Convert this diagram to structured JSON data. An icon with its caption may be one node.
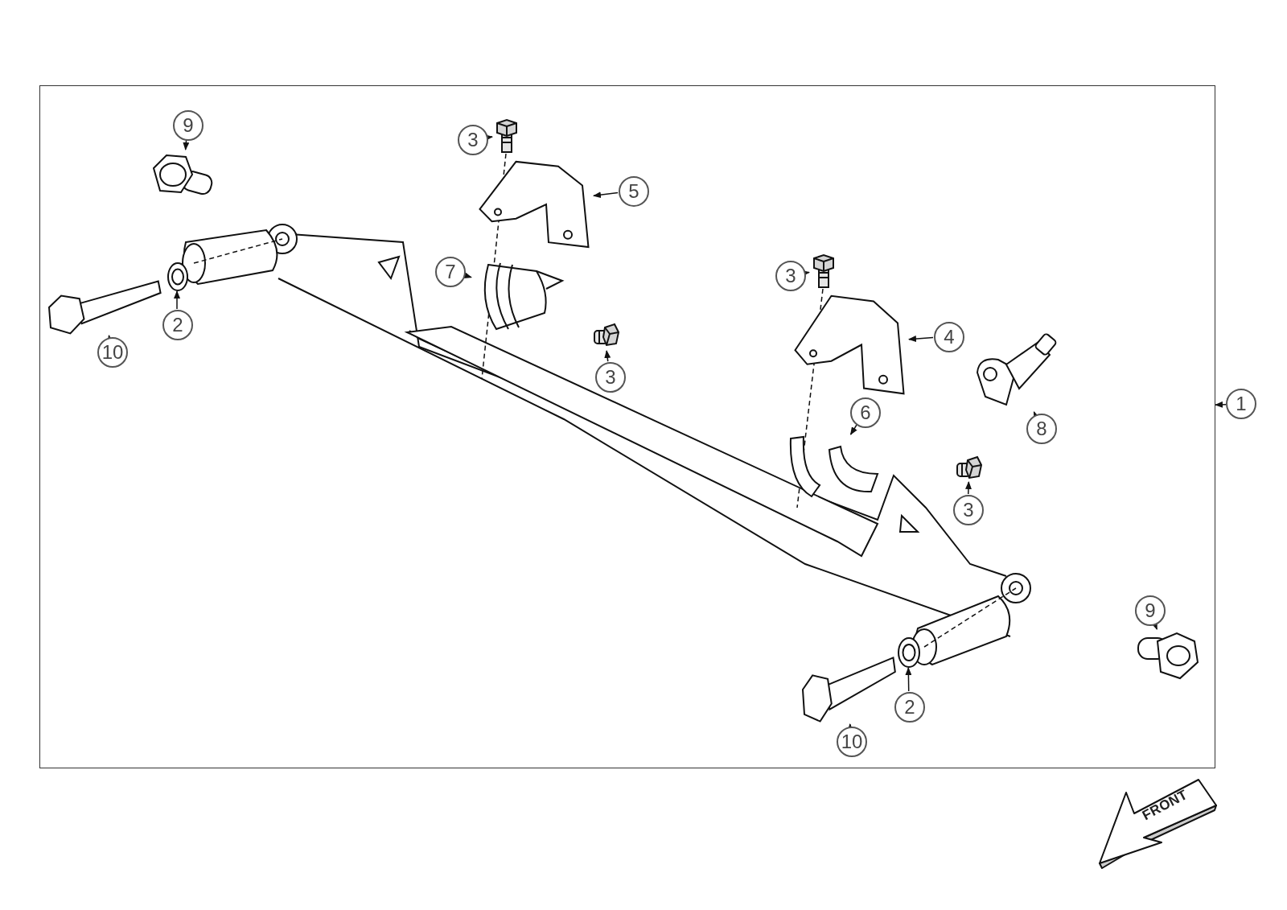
{
  "diagram": {
    "nodes": [
      {
        "text": [],
        "shape": "box"
      },
      {
        "text": [
          "9"
        ],
        "in": 0
      },
      {
        "text": [],
        "shape": "picture",
        "in": 0
      },
      {
        "text": [
          "3"
        ],
        "in": 0
      },
      {
        "text": [],
        "shape": "picture",
        "in": 0
      },
      {
        "text": [
          "5"
        ],
        "in": 0
      },
      {
        "text": [],
        "shape": "picture",
        "in": 0
      },
      {
        "text": [
          "7"
        ],
        "in": 0
      },
      {
        "text": [],
        "shape": "picture",
        "in": 0
      },
      {
        "text": [
          "3"
        ],
        "in": 0
      },
      {
        "text": [],
        "shape": "picture",
        "in": 0
      },
      {
        "text": [
          "2"
        ],
        "in": 0
      },
      {
        "text": [],
        "shape": "picture",
        "in": 0
      },
      {
        "text": [
          "10"
        ],
        "in": 0
      },
      {
        "text": [],
        "shape": "picture",
        "in": 0
      },
      {
        "text": [
          "4"
        ],
        "in": 0
      },
      {
        "text": [],
        "shape": "picture",
        "in": 0
      },
      {
        "text": [
          "3"
        ],
        "in": 0
      },
      {
        "text": [],
        "shape": "picture",
        "in": 0
      },
      {
        "text": [
          "1"
        ]
      },
      {
        "text": [
          "8"
        ],
        "in": 0
      },
      {
        "text": [],
        "shape": "picture",
        "in": 0
      },
      {
        "text": [
          "6"
        ],
        "in": 0
      },
      {
        "text": [],
        "shape": "picture",
        "in": 0
      },
      {
        "text": [
          "3"
        ],
        "in": 0
      },
      {
        "text": [],
        "shape": "picture",
        "in": 0
      },
      {
        "text": [
          "9"
        ],
        "in": 0
      },
      {
        "text": [],
        "shape": "picture",
        "in": 0
      },
      {
        "text": [
          "2"
        ],
        "in": 0
      },
      {
        "text": [],
        "shape": "picture",
        "in": 0
      },
      {
        "text": [
          "10"
        ],
        "in": 0
      },
      {
        "text": [],
        "shape": "picture",
        "in": 0
      },
      {
        "text": [
          "FRONT"
        ]
      }
    ],
    "edges": [
      {
        "from": 1,
        "to": 2,
        "arrow": "to"
      },
      {
        "from": 3,
        "to": 4,
        "arrow": "to"
      },
      {
        "from": 5,
        "to": 6,
        "arrow": "to"
      },
      {
        "from": 7,
        "to": 8,
        "arrow": "to"
      },
      {
        "from": 9,
        "to": 10,
        "arrow": "to"
      },
      {
        "from": 11,
        "to": 12,
        "arrow": "to"
      },
      {
        "from": 13,
        "to": 14,
        "arrow": "to"
      },
      {
        "from": 15,
        "to": 16,
        "arrow": "to"
      },
      {
        "from": 17,
        "to": 18,
        "arrow": "to"
      },
      {
        "from": 19,
        "to": 0,
        "arrow": "to"
      },
      {
        "from": 20,
        "to": 21,
        "arrow": "to"
      },
      {
        "from": 22,
        "to": 23,
        "arrow": "to"
      },
      {
        "from": 24,
        "to": 25,
        "arrow": "to"
      },
      {
        "from": 26,
        "to": 27,
        "arrow": "to"
      },
      {
        "from": 28,
        "to": 29,
        "arrow": "to"
      },
      {
        "from": 30,
        "to": 31,
        "arrow": "to"
      }
    ]
  }
}
